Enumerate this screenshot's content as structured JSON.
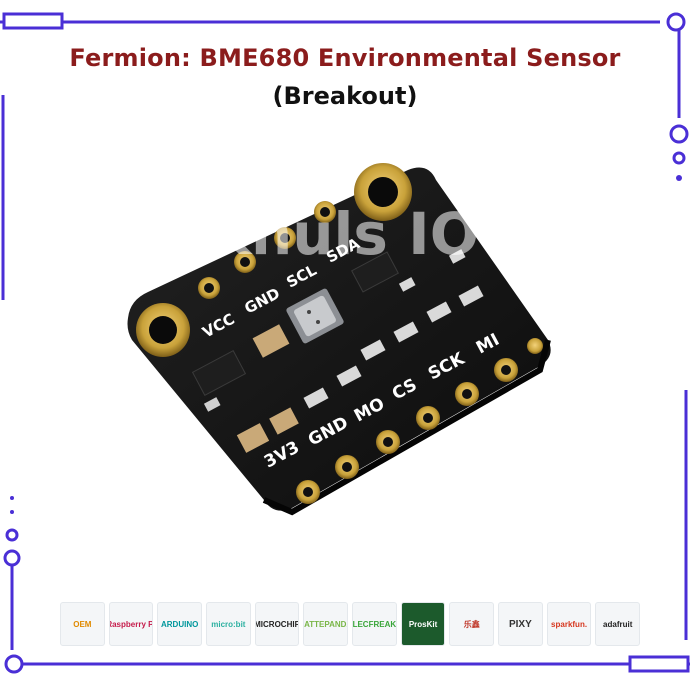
{
  "header": {
    "title": "Fermion: BME680 Environmental Sensor",
    "subtitle": "(Breakout)"
  },
  "watermark": "©Khuls IOT",
  "board": {
    "top_pin_labels": [
      "VCC",
      "GND",
      "SCL",
      "SDA"
    ],
    "bottom_pin_labels": [
      "3V3",
      "GND",
      "MO",
      "CS",
      "SCK",
      "MI"
    ]
  },
  "logos": [
    {
      "label": "OEM",
      "icon": "oem-logo",
      "color": "#e08a00"
    },
    {
      "label": "Raspberry Pi",
      "icon": "raspberry-pi-logo",
      "color": "#c51a4a"
    },
    {
      "label": "ARDUINO",
      "icon": "arduino-logo",
      "color": "#00979c"
    },
    {
      "label": "micro:bit",
      "icon": "microbit-logo",
      "color": "#2bb0a0"
    },
    {
      "label": "MICROCHIP",
      "icon": "microchip-logo",
      "color": "#222222"
    },
    {
      "label": "LATTEPANDA",
      "icon": "lattepanda-logo",
      "color": "#7ab648"
    },
    {
      "label": "ELECFREAKS",
      "icon": "elecfreaks-logo",
      "color": "#3aa63a"
    },
    {
      "label": "ProsKit",
      "icon": "proskit-logo",
      "color": "#1c5a2c"
    },
    {
      "label": "乐鑫",
      "icon": "espressif-logo",
      "color": "#c0392b"
    },
    {
      "label": "PIXY",
      "icon": "pixy-logo",
      "color": "#333333"
    },
    {
      "label": "sparkfun.",
      "icon": "sparkfun-logo",
      "color": "#d6371f"
    },
    {
      "label": "adafruit",
      "icon": "adafruit-logo",
      "color": "#222222"
    }
  ],
  "colors": {
    "frame_line": "#4a2fd6",
    "title": "#8b1c1c",
    "pcb": "#141414",
    "gold": "#c9a23a"
  }
}
